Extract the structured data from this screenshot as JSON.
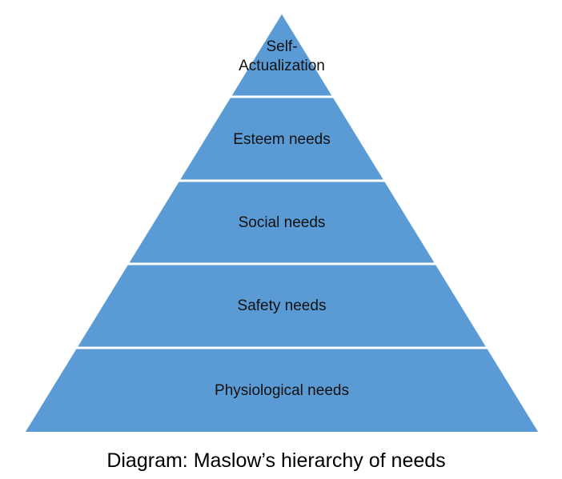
{
  "diagram": {
    "fill_color": "#5b9bd5",
    "separator_color": "#ffffff",
    "tiers": [
      {
        "label_line1": "Self-",
        "label_line2": "Actualization"
      },
      {
        "label_line1": "Esteem needs"
      },
      {
        "label_line1": "Social needs"
      },
      {
        "label_line1": "Safety needs"
      },
      {
        "label_line1": "Physiological needs"
      }
    ],
    "caption": "Diagram: Maslow’s hierarchy of needs"
  }
}
